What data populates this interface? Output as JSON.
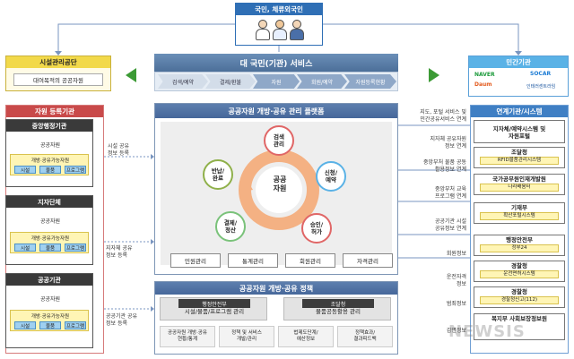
{
  "citizen": {
    "title": "국민, 체류외국인"
  },
  "facility": {
    "title": "시설관리공단",
    "item": "대여목적의 공공자원"
  },
  "private_sector": {
    "title": "민간기관",
    "logos": {
      "naver": "NAVER",
      "daum": "Daum",
      "socar": "SOCAR",
      "cityoffice": "인테러센트라임"
    }
  },
  "service": {
    "title": "대 국민(기관) 서비스",
    "steps": [
      "검색/예약",
      "결제/환불",
      "자원",
      "회원/예약",
      "자원등록현황"
    ]
  },
  "registration": {
    "title": "자원 등록기관",
    "orgs": [
      {
        "name": "중앙행정기관",
        "sub": "공공자원",
        "box_title": "개방·공유가능자원",
        "chips": [
          "시설",
          "물품",
          "프로그램"
        ]
      },
      {
        "name": "지자단체",
        "sub": "공공자원",
        "box_title": "개방·공유가능자원",
        "chips": [
          "시설",
          "물품",
          "프로그램"
        ]
      },
      {
        "name": "공공기관",
        "sub": "공공자원",
        "box_title": "개방·공유가능자원",
        "chips": [
          "시설",
          "물품",
          "프로그램"
        ]
      }
    ]
  },
  "left_notes": [
    "시설 공유\n정보 등록",
    "지자체 공유\n정보 등록",
    "공공기관 공유\n정보 등록"
  ],
  "platform": {
    "title": "공공자원 개방·공유 관리 플랫폼",
    "core": "공공\n자원",
    "functions": [
      "검색\n관리",
      "신청/\n예약",
      "승인/\n허가",
      "결제/\n정산",
      "반납/\n완료"
    ],
    "management": [
      "민원관리",
      "통계관리",
      "회원관리",
      "자격관리"
    ]
  },
  "policy": {
    "title": "공공자원 개방·공유 정책",
    "orgs": [
      {
        "name": "행정안전부",
        "text": "시설/물품/프로그램 관리"
      },
      {
        "name": "조달청",
        "text": "물품공동활용 관리"
      }
    ],
    "items": [
      "공공자원 개방·공유\n현황/통계",
      "정책 및 서비스\n개발/관리",
      "법제도단계/\n예산정보",
      "정책효과/\n결과피드백"
    ]
  },
  "linked": {
    "title": "연계기관/시스템",
    "boxes": [
      {
        "name": "지자체/예약시스템 및\n자원포털",
        "sub": ""
      },
      {
        "name": "조달청",
        "sub": "RFID물품관리시스템"
      },
      {
        "name": "국가공무원인재개발원",
        "sub": "나라배움터"
      },
      {
        "name": "기재부",
        "sub": "확산포털시스템"
      },
      {
        "name": "행정안전부",
        "sub": "정부24"
      },
      {
        "name": "경찰청",
        "sub": "운전면허시스템"
      },
      {
        "name": "경찰청",
        "sub": "경찰청신고(112)"
      },
      {
        "name": "복지부 사회보장정보원",
        "sub": ""
      }
    ]
  },
  "right_notes": [
    "지도, 포털 서비스 및\n민간공유서비스 연계",
    "지자체 공유자원\n정보 연계",
    "중앙부처 물품 공동\n활용정보 연계",
    "중앙부처 교육\n프로그램 연계",
    "공공기관 시설\n공유정보 연계",
    "회원정보",
    "운전자격\n정보",
    "범죄정보",
    "감면정보"
  ],
  "watermark": "NEWSIS"
}
